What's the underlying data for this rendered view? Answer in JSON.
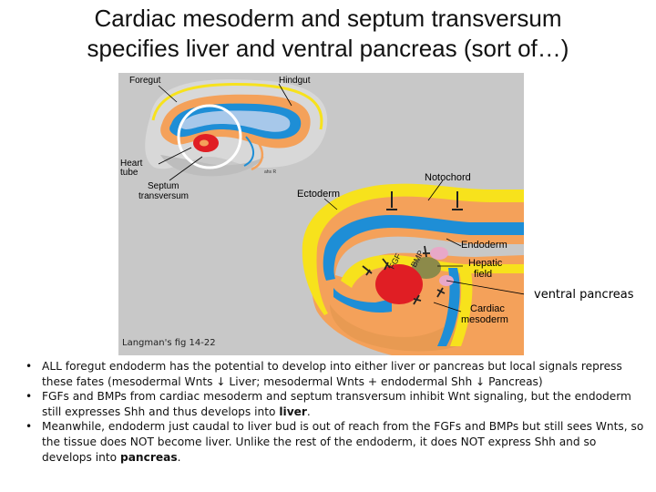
{
  "title": {
    "line1": "Cardiac mesoderm and septum transversum",
    "line2": "specifies liver and ventral pancreas (sort of…)"
  },
  "figure": {
    "labels": {
      "foregut": "Foregut",
      "hindgut": "Hindgut",
      "heart_tube_1": "Heart",
      "heart_tube_2": "tube",
      "septum_1": "Septum",
      "septum_2": "transversum",
      "notochord": "Notochord",
      "ectoderm": "Ectoderm",
      "endoderm": "Endoderm",
      "hepatic_1": "Hepatic",
      "hepatic_2": "field",
      "cardiac_1": "Cardiac",
      "cardiac_2": "mesoderm",
      "fgf": "FGF",
      "bmp": "BMP",
      "signature": "ahs R"
    },
    "caption": "Langman's fig 14-22",
    "pointer_label": "ventral pancreas",
    "colors": {
      "background": "#c8c8c8",
      "endoderm": "#1e8ed6",
      "mesoderm": "#f4a15a",
      "ectoderm_yellow": "#f7e21c",
      "heart_red": "#e01e24",
      "hepatic_olive": "#8c8a4a",
      "pink_pancreas": "#e8a8c8"
    }
  },
  "bullets": [
    {
      "text": "ALL foregut endoderm has the potential to develop into either liver or pancreas but local signals repress these fates (mesodermal Wnts ↓ Liver;  mesodermal Wnts + endodermal Shh ↓ Pancreas)"
    },
    {
      "pre": "FGFs and BMPs from cardiac mesoderm and septum transversum inhibit Wnt signaling, but the endoderm still expresses Shh and thus develops into ",
      "bold": "liver",
      "post": "."
    },
    {
      "pre": "Meanwhile, endoderm just caudal to liver bud is out of reach from the FGFs and BMPs but still sees Wnts, so the tissue does NOT become liver.   Unlike the rest of the endoderm, it does NOT express Shh and so develops into ",
      "bold": "pancreas",
      "post": "."
    }
  ]
}
